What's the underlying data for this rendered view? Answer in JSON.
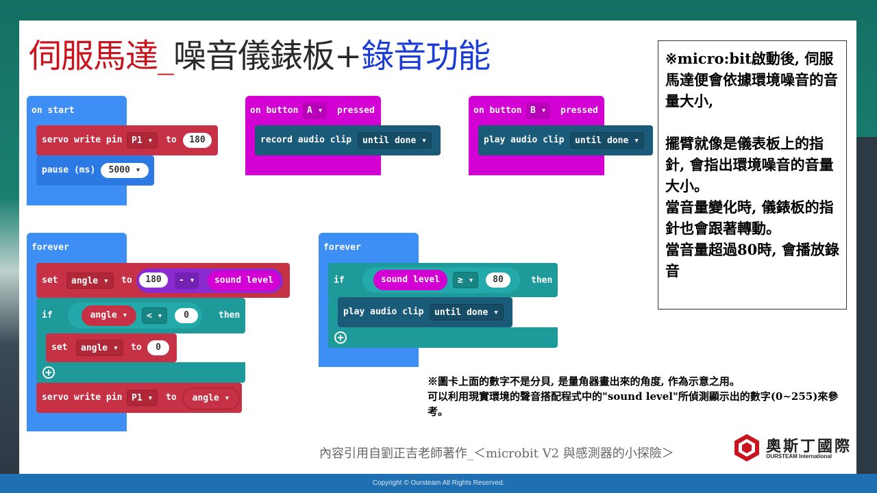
{
  "title": {
    "part1": "伺服馬達_",
    "part2": "噪音儀錶板+",
    "part3": "錄音功能"
  },
  "colors": {
    "title_red": "#c8141e",
    "title_dark": "#2a2a2a",
    "title_blue": "#1b3cd6"
  },
  "blocks": {
    "on_start": {
      "label": "on start",
      "servo_label": "servo write pin",
      "servo_pin": "P1 ▾",
      "to": "to",
      "servo_value": "180",
      "pause_label": "pause (ms)",
      "pause_value": "5000 ▾"
    },
    "button_a": {
      "prefix": "on button",
      "button": "A ▾",
      "suffix": "pressed",
      "inner": "record audio clip",
      "mode": "until done ▾"
    },
    "button_b": {
      "prefix": "on button",
      "button": "B ▾",
      "suffix": "pressed",
      "inner": "play audio clip",
      "mode": "until done ▾"
    },
    "forever1": {
      "label": "forever",
      "set_label": "set",
      "var": "angle ▾",
      "to": "to",
      "val": "180",
      "op": "- ▾",
      "sound": "sound level",
      "if_label": "if",
      "cond_var": "angle ▾",
      "cond_op": "< ▾",
      "cond_val": "0",
      "then": "then",
      "set2_label": "set",
      "set2_var": "angle ▾",
      "set2_to": "to",
      "set2_val": "0",
      "servo_label": "servo write pin",
      "servo_pin": "P1 ▾",
      "servo_to": "to",
      "servo_val": "angle ▾"
    },
    "forever2": {
      "label": "forever",
      "if_label": "if",
      "sound": "sound level",
      "op": "≥ ▾",
      "val": "80",
      "then": "then",
      "play": "play audio clip",
      "mode": "until done ▾"
    }
  },
  "note": {
    "lines": [
      "※micro:bit啟動後, 伺服馬達便會依據環境噪音的音量大小,",
      "",
      "擺臂就像是儀表板上的指針, 會指出環境噪音的音量大小。",
      "當音量變化時, 儀錶板的指針也會跟著轉動。",
      "當音量超過80時, 會播放錄音"
    ]
  },
  "bottom_note": {
    "line1": "※圖卡上面的數字不是分貝, 是量角器畫出來的角度, 作為示意之用。",
    "line2": "可以利用現實環境的聲音搭配程式中的\"sound level\"所偵測顯示出的數字(0~255)來參考。"
  },
  "credit": "內容引用自劉正吉老師著作_＜microbit V2 與感測器的小探險＞",
  "logo": {
    "name": "奧斯丁國際",
    "sub": "OURSTEAM International"
  },
  "footer": "Copyright © Oursteam All Rights Reserved."
}
